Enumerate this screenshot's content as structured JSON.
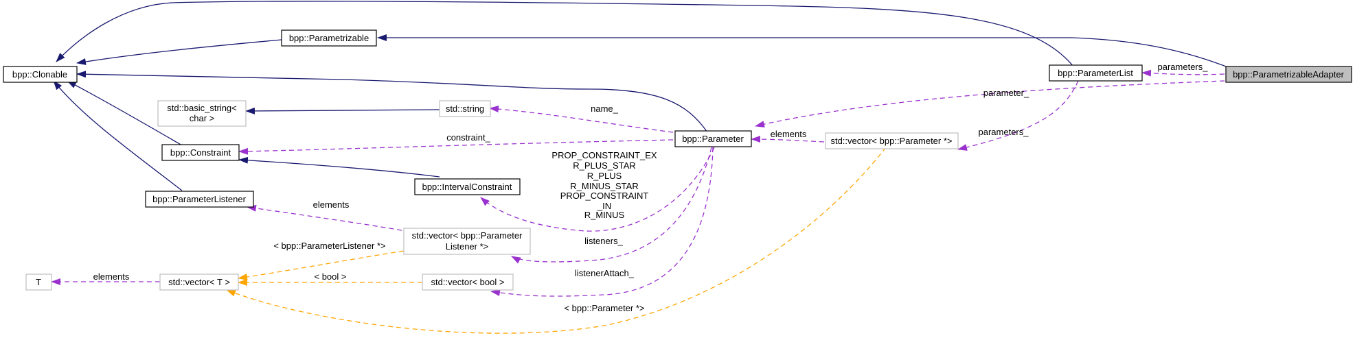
{
  "nodes": {
    "parametrizable_adapter": "bpp::ParametrizableAdapter",
    "clonable": "bpp::Clonable",
    "parametrizable": "bpp::Parametrizable",
    "parameter_list": "bpp::ParameterList",
    "basic_string_l1": "std::basic_string<",
    "basic_string_l2": "char >",
    "std_string": "std::string",
    "parameter": "bpp::Parameter",
    "vector_param_ptr": "std::vector< bpp::Parameter *>",
    "constraint": "bpp::Constraint",
    "interval_constraint": "bpp::IntervalConstraint",
    "parameter_listener": "bpp::ParameterListener",
    "vector_listener_l1": "std::vector< bpp::Parameter",
    "vector_listener_l2": "Listener *>",
    "t": "T",
    "vector_t": "std::vector< T >",
    "vector_bool": "std::vector< bool >"
  },
  "edge_labels": {
    "parameters_1": "parameters_",
    "parameter": "parameter_",
    "name": "name_",
    "constraint": "constraint_",
    "elements_param": "elements",
    "parameters_2": "parameters_",
    "prop_lines": [
      "PROP_CONSTRAINT_EX",
      "R_PLUS_STAR",
      "R_PLUS",
      "R_MINUS_STAR",
      "PROP_CONSTRAINT",
      "_IN",
      "R_MINUS"
    ],
    "elements_listener": "elements",
    "listeners": "listeners_",
    "listener_attach": "listenerAttach_",
    "elements_t": "elements",
    "tpl_listener": "< bpp::ParameterListener *>",
    "tpl_bool": "< bool >",
    "tpl_param": "< bpp::Parameter *>"
  },
  "colors": {
    "inheritance": "#191970",
    "usage": "#9a32cd",
    "template": "#ffa500",
    "highlight_fill": "#bfbfbf",
    "gray_border": "#bfbfbf"
  }
}
